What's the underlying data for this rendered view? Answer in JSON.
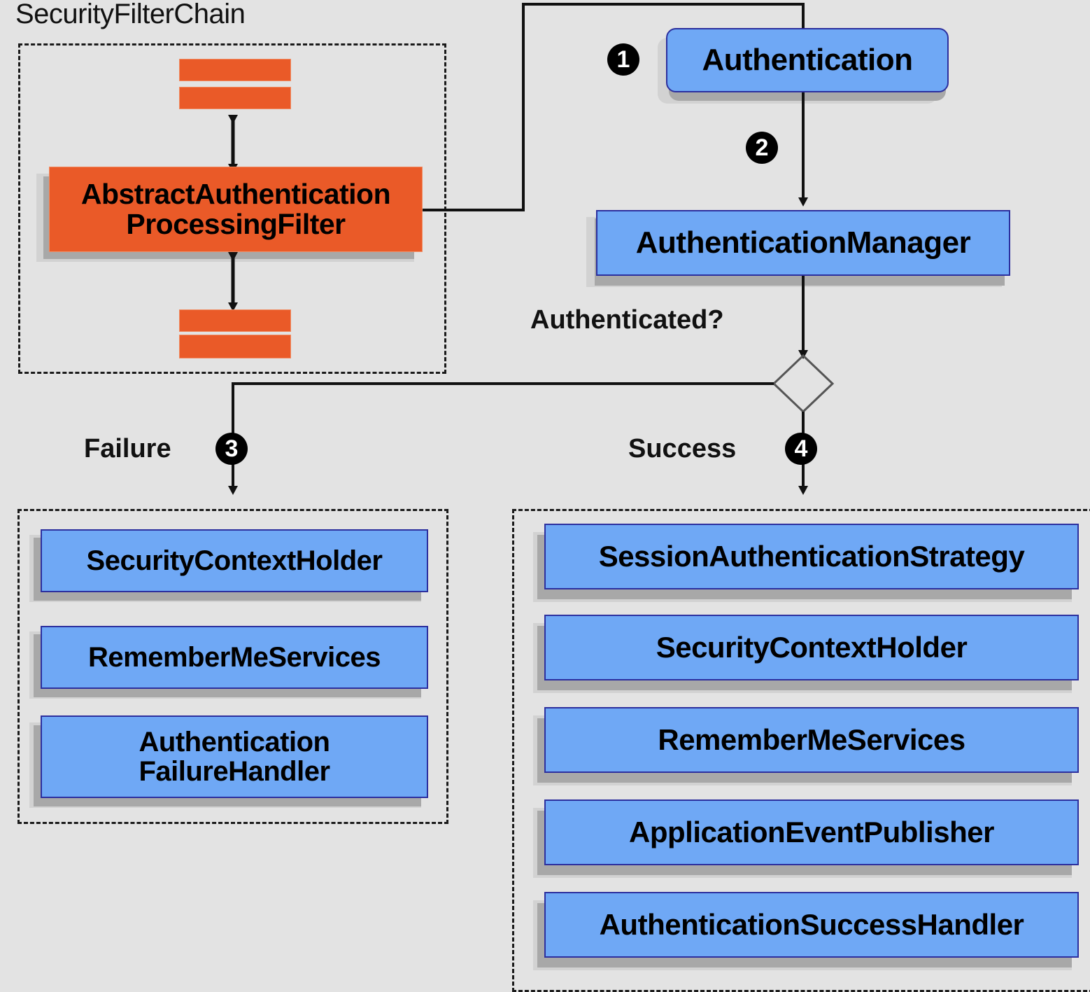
{
  "diagram": {
    "title": "Spring Security AbstractAuthenticationProcessingFilter flow",
    "background_color": "#e3e3e3",
    "colors": {
      "node_fill": "#6fa8f5",
      "node_border": "#2c2f9e",
      "filter_fill": "#ea5a28",
      "filter_border": "#f08a60",
      "shadow": "#a8a8a8",
      "line": "#1a1a1a",
      "bullet_fill": "#000000",
      "bullet_text": "#ffffff"
    }
  },
  "groups": {
    "filter_chain": {
      "title": "SecurityFilterChain"
    },
    "failure": {
      "title": ""
    },
    "success": {
      "title": ""
    }
  },
  "filters": {
    "main_line1": "AbstractAuthentication",
    "main_line2": "ProcessingFilter"
  },
  "nodes": {
    "authentication": "Authentication",
    "authentication_manager": "AuthenticationManager"
  },
  "decision": {
    "question": "Authenticated?",
    "failure_label": "Failure",
    "success_label": "Success"
  },
  "bullets": {
    "one": "1",
    "two": "2",
    "three": "3",
    "four": "4"
  },
  "failure_items": [
    {
      "label": "SecurityContextHolder",
      "line2": ""
    },
    {
      "label": "RememberMeServices",
      "line2": ""
    },
    {
      "label": "Authentication",
      "line2": "FailureHandler"
    }
  ],
  "success_items": [
    {
      "label": "SessionAuthenticationStrategy"
    },
    {
      "label": "SecurityContextHolder"
    },
    {
      "label": "RememberMeServices"
    },
    {
      "label": "ApplicationEventPublisher"
    },
    {
      "label": "AuthenticationSuccessHandler"
    }
  ]
}
